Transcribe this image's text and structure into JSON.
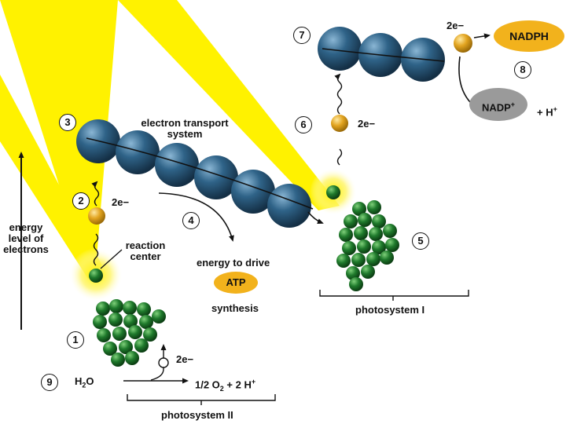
{
  "labels": {
    "electron_transport_line1": "electron transport",
    "electron_transport_line2": "system",
    "reaction_center_line1": "reaction",
    "reaction_center_line2": "center",
    "energy_level_line1": "energy",
    "energy_level_line2": "level of",
    "energy_level_line3": "electrons",
    "energy_to_drive": "energy to drive",
    "synthesis": "synthesis",
    "photosystem_i": "photosystem I",
    "photosystem_ii": "photosystem II",
    "two_e_step2": "2e−",
    "two_e_step6": "2e−",
    "two_e_step7": "2e−",
    "two_e_water": "2e−",
    "water": "H",
    "water_sub": "2",
    "water_tail": "O",
    "oxygen_a": "1/2 O",
    "oxygen_sub": "2",
    "oxygen_b": " + 2 H",
    "oxygen_sup": "+",
    "hplus_a": "+ H",
    "hplus_sup": "+"
  },
  "badges": {
    "atp": "ATP",
    "nadph": "NADPH",
    "nadp": "NADP",
    "nadp_sup": "+"
  },
  "steps": [
    "1",
    "2",
    "3",
    "4",
    "5",
    "6",
    "7",
    "8",
    "9"
  ],
  "colors": {
    "sunlight": "#fff200",
    "transport_sphere": "#2e5f82",
    "electron": "#e2a420",
    "chlorophyll": "#1f7a2c",
    "atp_fill": "#f2b21c",
    "nadph_fill": "#f2b21c",
    "nadp_fill": "#9a9a9a"
  }
}
